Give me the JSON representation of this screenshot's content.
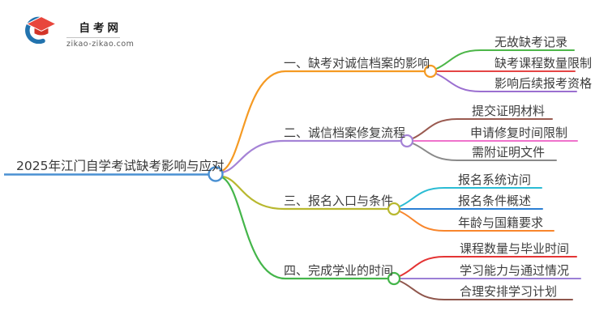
{
  "logo": {
    "site_name": "自考网",
    "site_url": "zikao-zikao.com",
    "cap_color": "#e8463c",
    "cap_dark": "#d23428",
    "swoosh_color": "#2273ae"
  },
  "mindmap": {
    "root": {
      "label": "2025年江门自学考试缺考影响与应对",
      "color": "#4a90d2"
    },
    "branches": [
      {
        "label": "一、缺考对诚信档案的影响",
        "color": "#f59a23",
        "children": [
          {
            "label": "无故缺考记录",
            "color": "#4cb648"
          },
          {
            "label": "缺考课程数量限制",
            "color": "#e54545"
          },
          {
            "label": "影响后续报考资格",
            "color": "#9b6fd0"
          }
        ]
      },
      {
        "label": "二、诚信档案修复流程",
        "color": "#a583d6",
        "children": [
          {
            "label": "提交证明材料",
            "color": "#9a5a50"
          },
          {
            "label": "申请修复时间限制",
            "color": "#ef72cc"
          },
          {
            "label": "需附证明文件",
            "color": "#8a8a8a"
          }
        ]
      },
      {
        "label": "三、报名入口与条件",
        "color": "#b8b82f",
        "children": [
          {
            "label": "报名系统访问",
            "color": "#2bbcd4"
          },
          {
            "label": "报名条件概述",
            "color": "#2b7fd4"
          },
          {
            "label": "年龄与国籍要求",
            "color": "#f8862c"
          }
        ]
      },
      {
        "label": "四、完成学业的时间",
        "color": "#44b54a",
        "children": [
          {
            "label": "课程数量与毕业时间",
            "color": "#e43434"
          },
          {
            "label": "学习能力与通过情况",
            "color": "#9b7fd6"
          },
          {
            "label": "合理安排学习计划",
            "color": "#8f564c"
          }
        ]
      }
    ]
  }
}
